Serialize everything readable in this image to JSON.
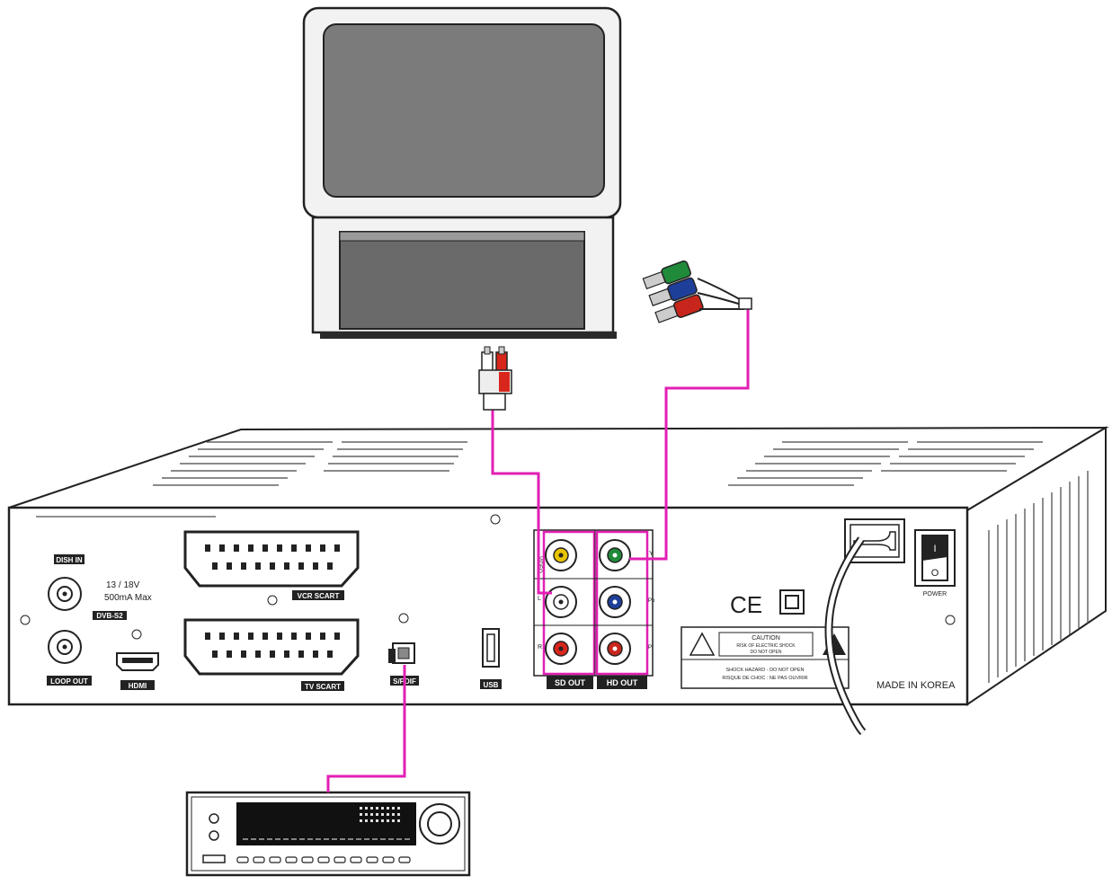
{
  "labels": {
    "dish_in": "DISH IN",
    "loop_out": "LOOP OUT",
    "dvb_s2": "DVB-S2",
    "lnb_power": "13 / 18V",
    "lnb_current": "500mA  Max",
    "hdmi": "HDMI",
    "vcr_scart": "VCR SCART",
    "tv_scart": "TV SCART",
    "spdif": "S/PDIF",
    "usb": "USB",
    "sd_out": "SD OUT",
    "hd_out": "HD OUT",
    "power": "POWER",
    "made_in": "MADE IN KOREA",
    "ce_mark": "CE",
    "caution_title": "CAUTION",
    "caution_line1": "RISK OF ELECTRIC SHOCK",
    "caution_line2": "DO NOT OPEN",
    "shock_line1": "SHOCK HAZARD - DO NOT OPEN",
    "shock_line2": "RISQUE DE CHOC : NE PAS OUVRIR",
    "rca_video": "VIDEO",
    "rca_l": "L",
    "rca_r": "R",
    "comp_y": "Y",
    "comp_pb": "Pb",
    "comp_pr": "Pr",
    "switch_on": "I",
    "switch_off": "O"
  },
  "colors": {
    "cable": "#e21fb4",
    "rca_yellow": "#e8c400",
    "rca_white": "#ffffff",
    "rca_red": "#d8261c",
    "comp_green": "#1f8a3a",
    "comp_blue": "#1d3f9a",
    "comp_red": "#c8261c",
    "screen": "#7a7a7a",
    "device_outline": "#222222"
  }
}
